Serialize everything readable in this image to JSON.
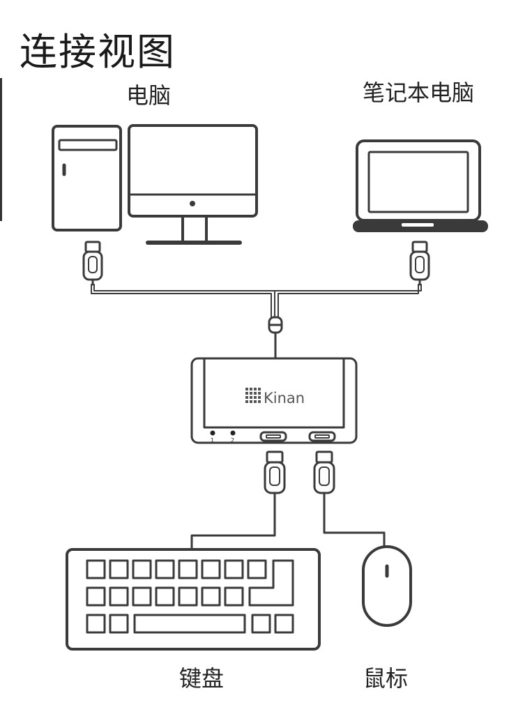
{
  "title": "连接视图",
  "devices": {
    "desktop_pc": "电脑",
    "laptop": "笔记本电脑",
    "keyboard": "键盘",
    "mouse": "鼠标"
  },
  "kvm_switch": {
    "brand": "Kinan",
    "port_labels": [
      "1",
      "2"
    ]
  },
  "colors": {
    "stroke": "#3a3a3a",
    "text": "#222222",
    "background": "#ffffff"
  }
}
